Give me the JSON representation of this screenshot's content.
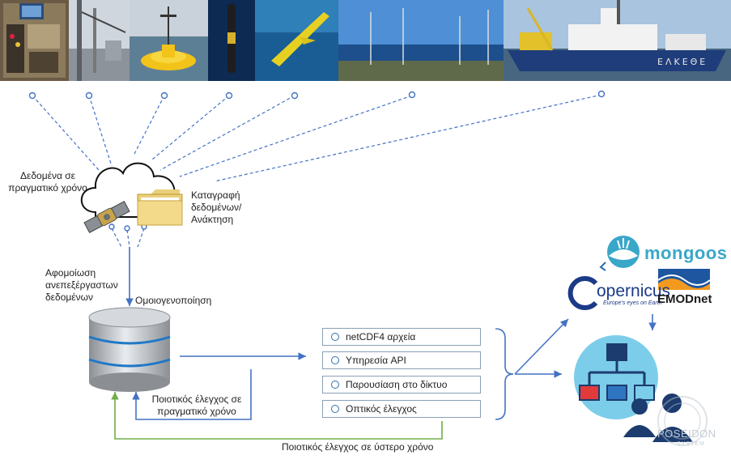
{
  "photos": [
    {
      "subject": "lab-instrument-rack"
    },
    {
      "subject": "pier-station"
    },
    {
      "subject": "yellow-buoy"
    },
    {
      "subject": "underwater-profiler"
    },
    {
      "subject": "underwater-glider"
    },
    {
      "subject": "coastal-radar-antennas"
    },
    {
      "subject": "research-vessel",
      "hull_text": "ΕΛΚΕΘΕ"
    }
  ],
  "labels": {
    "realtime_data": "Δεδομένα σε πραγματικό χρόνο",
    "logging": "Καταγραφή δεδομένων/ Ανάκτηση",
    "ingest": "Αφομοίωση ανεπεξέργαστων δεδομένων",
    "harmonize": "Ομοιογενοποίηση",
    "qc_realtime": "Ποιοτικός έλεγχος σε πραγματικό χρόνο",
    "qc_delayed": "Ποιοτικός έλεγχος σε ύστερο χρόνο"
  },
  "outputs": [
    {
      "label": "netCDF4 αρχεία"
    },
    {
      "label": "Υπηρεσία API"
    },
    {
      "label": "Παρουσίαση στο δίκτυο"
    },
    {
      "label": "Οπτικός έλεγχος"
    }
  ],
  "logos": {
    "mongoos": "mongoos",
    "copernicus": "opernicus",
    "copernicus_tagline": "Europe's eyes on Earth",
    "emodnet": "EMODnet",
    "poseidon": "POSEIDON",
    "poseidon_sub": "SYSTEM"
  },
  "colors": {
    "flow_blue": "#4472c4",
    "qc_green": "#70ad47",
    "accent_teal": "#3aa7c9",
    "emodnet_orange": "#f39a1e"
  }
}
